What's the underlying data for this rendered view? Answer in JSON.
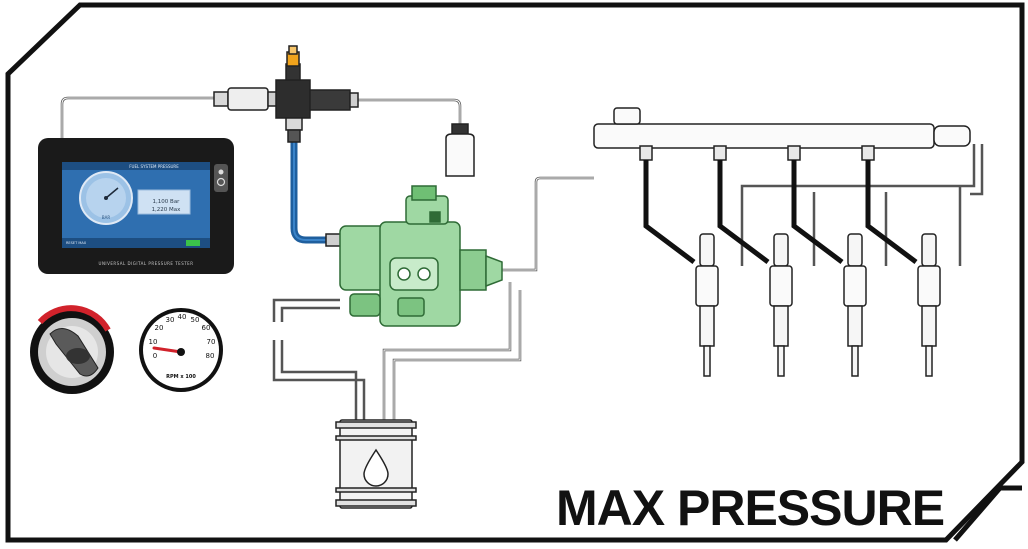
{
  "title": "MAX PRESSURE",
  "tablet": {
    "window_title": "FUEL SYSTEM PRESSURE",
    "readings": [
      "1,100 Bar",
      "1,220 Max"
    ],
    "gauge_unit": "BAR",
    "footer_text": "RESET MAX",
    "brand": "UNIVERSAL DIGITAL PRESSURE TESTER"
  },
  "tachometer": {
    "ticks": [
      "0",
      "10",
      "20",
      "30",
      "40",
      "50",
      "60",
      "70",
      "80"
    ],
    "label": "RPM x 100"
  },
  "colors": {
    "pump_green": "#9fd8a3",
    "pump_outline": "#2f6b36",
    "hose_blue": "#1f5f9e",
    "fitting_orange": "#f0a31c",
    "tablet_screen": "#2f6fb0",
    "red_accent": "#d1222b"
  }
}
